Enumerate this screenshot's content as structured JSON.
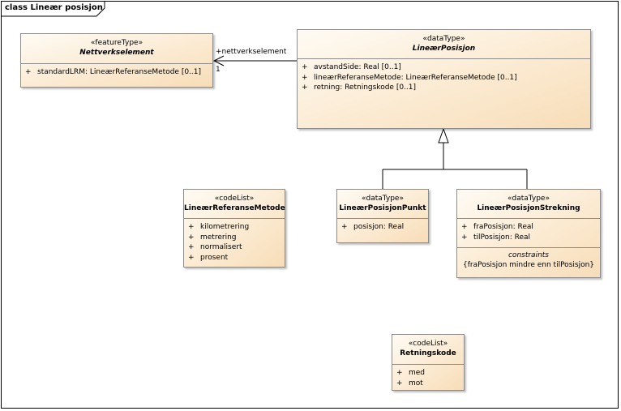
{
  "diagram_title": "class Lineær posisjon",
  "classes": {
    "nettverkselement": {
      "stereotype": "«featureType»",
      "name": "Nettverkselement",
      "attributes": [
        {
          "vis": "+",
          "text": "standardLRM: LineærReferanseMetode [0..1]"
        }
      ]
    },
    "lineaerposisjon": {
      "stereotype": "«dataType»",
      "name": "LineærPosisjon",
      "attributes": [
        {
          "vis": "+",
          "text": "avstandSide: Real [0..1]"
        },
        {
          "vis": "+",
          "text": "lineærReferanseMetode: LineærReferanseMetode [0..1]"
        },
        {
          "vis": "+",
          "text": "retning: Retningskode [0..1]"
        }
      ]
    },
    "referansemetode": {
      "stereotype": "«codeList»",
      "name": "LineærReferanseMetode",
      "attributes": [
        {
          "vis": "+",
          "text": "kilometrering"
        },
        {
          "vis": "+",
          "text": "metrering"
        },
        {
          "vis": "+",
          "text": "normalisert"
        },
        {
          "vis": "+",
          "text": "prosent"
        }
      ]
    },
    "posisjonpunkt": {
      "stereotype": "«dataType»",
      "name": "LineærPosisjonPunkt",
      "attributes": [
        {
          "vis": "+",
          "text": "posisjon: Real"
        }
      ]
    },
    "posisjonstrekning": {
      "stereotype": "«dataType»",
      "name": "LineærPosisjonStrekning",
      "attributes": [
        {
          "vis": "+",
          "text": "fraPosisjon: Real"
        },
        {
          "vis": "+",
          "text": "tilPosisjon: Real"
        }
      ],
      "constraints_title": "constraints",
      "constraint": "{fraPosisjon mindre enn tilPosisjon}"
    },
    "retningskode": {
      "stereotype": "«codeList»",
      "name": "Retningskode",
      "attributes": [
        {
          "vis": "+",
          "text": "med"
        },
        {
          "vis": "+",
          "text": "mot"
        }
      ]
    }
  },
  "association": {
    "role": "+nettverkselement",
    "multiplicity": "1"
  }
}
